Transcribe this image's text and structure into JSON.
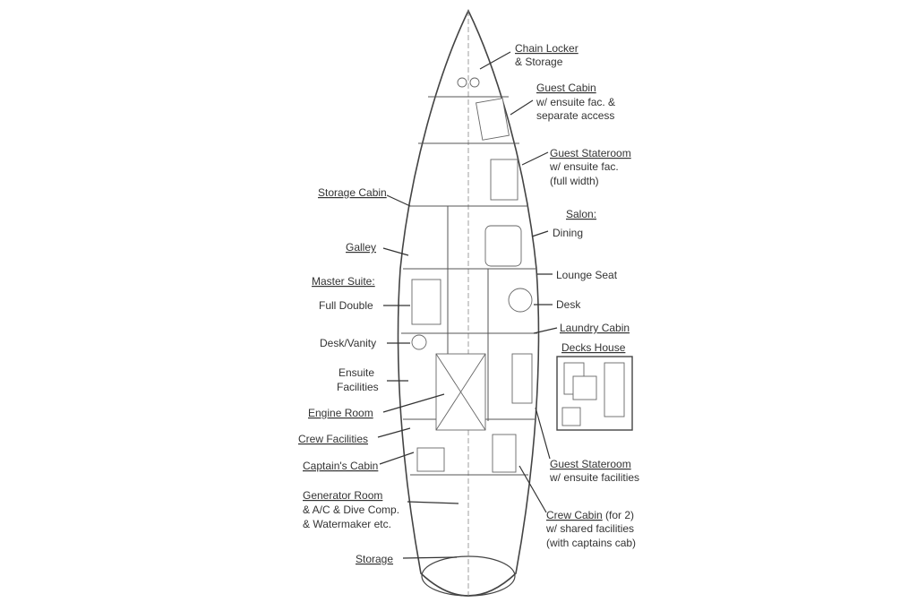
{
  "title": "Yacht deck layout",
  "labels": {
    "chain_locker": "Chain Locker",
    "chain_locker_sub": "& Storage",
    "guest_cabin": "Guest Cabin",
    "guest_cabin_sub1": "w/ ensuite fac. &",
    "guest_cabin_sub2": "separate access",
    "guest_stateroom_fwd": "Guest Stateroom",
    "guest_stateroom_fwd_sub1": "w/ ensuite fac.",
    "guest_stateroom_fwd_sub2": "(full width)",
    "storage_cabin": "Storage Cabin",
    "salon": "Salon:",
    "dining": "Dining",
    "galley": "Galley",
    "lounge_seat": "Lounge Seat",
    "master_suite": "Master Suite:",
    "desk": "Desk",
    "full_double": "Full Double",
    "laundry_cabin": "Laundry Cabin",
    "desk_vanity": "Desk/Vanity",
    "decks_house": "Decks House",
    "ensuite": "Ensuite",
    "facilities": "Facilities",
    "engine_room": "Engine Room",
    "crew_facilities": "Crew Facilities",
    "captains_cabin": "Captain's Cabin",
    "guest_stateroom_aft": "Guest Stateroom",
    "guest_stateroom_aft_sub": "w/ ensuite facilities",
    "generator_room": "Generator Room",
    "generator_room_sub1": "& A/C & Dive Comp.",
    "generator_room_sub2": "& Watermaker etc.",
    "crew_cabin": "Crew Cabin",
    "crew_cabin_suffix": " (for 2)",
    "crew_cabin_sub1": "w/ shared facilities",
    "crew_cabin_sub2": "(with captains cab)",
    "storage": "Storage"
  }
}
